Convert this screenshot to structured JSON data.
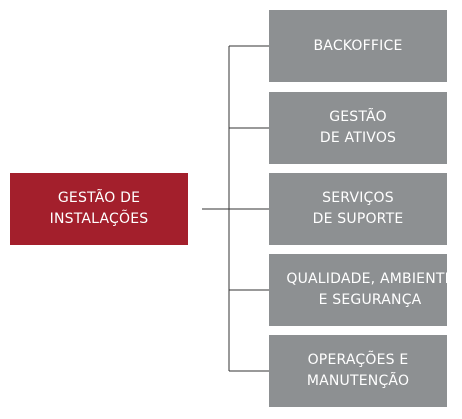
{
  "root": {
    "label": "GESTÃO DE\nINSTALAÇÕES",
    "color": "#a31f2c"
  },
  "children": [
    {
      "label": "BACKOFFICE"
    },
    {
      "label": "GESTÃO\nDE ATIVOS"
    },
    {
      "label": "SERVIÇOS\nDE SUPORTE"
    },
    {
      "label": "QUALIDADE, AMBIENTE\nE SEGURANÇA"
    },
    {
      "label": "OPERAÇÕES E\nMANUTENÇÃO"
    }
  ],
  "child_color": "#8d9092"
}
